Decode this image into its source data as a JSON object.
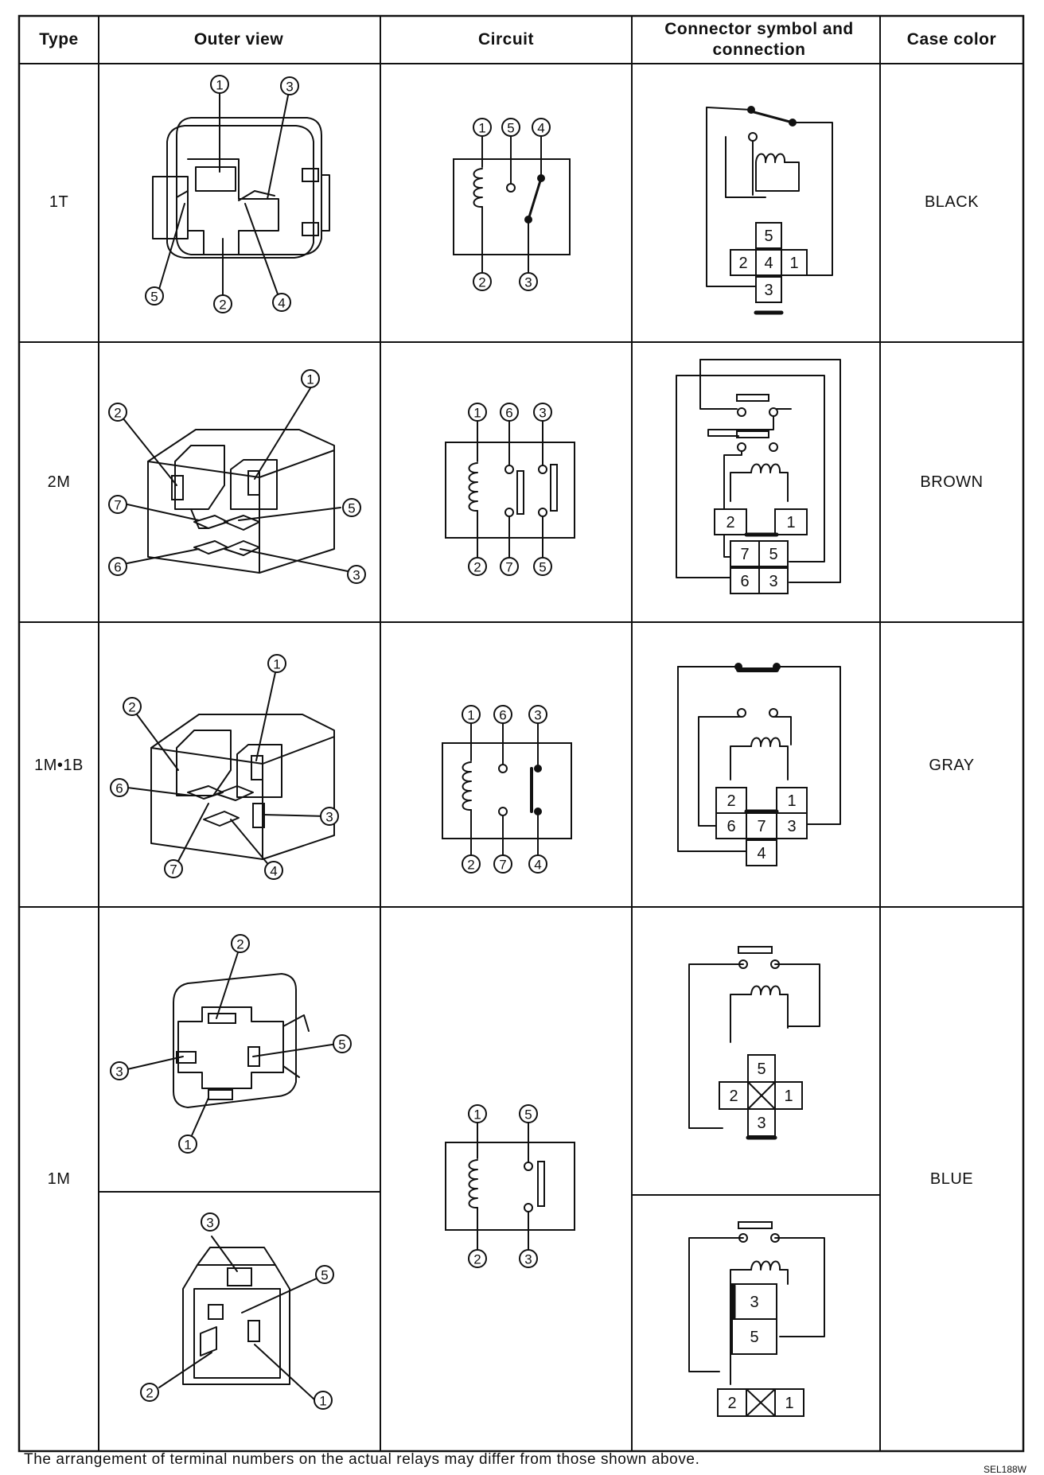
{
  "headers": {
    "type": "Type",
    "outer": "Outer view",
    "circuit": "Circuit",
    "connector": "Connector symbol and connection",
    "color": "Case color"
  },
  "rows": [
    {
      "type": "1T",
      "color": "BLACK",
      "circuit_terms": {
        "top": [
          "1",
          "5",
          "4"
        ],
        "bottom": [
          "2",
          "3"
        ]
      },
      "outer_labels": [
        "1",
        "3",
        "5",
        "2",
        "4"
      ],
      "connector": [
        "5",
        "2",
        "4",
        "1",
        "3"
      ]
    },
    {
      "type": "2M",
      "color": "BROWN",
      "circuit_terms": {
        "top": [
          "1",
          "6",
          "3"
        ],
        "bottom": [
          "2",
          "7",
          "5"
        ]
      },
      "outer_labels": [
        "2",
        "1",
        "7",
        "5",
        "6",
        "3"
      ],
      "connector": [
        "2",
        "1",
        "7",
        "5",
        "6",
        "3"
      ]
    },
    {
      "type": "1M•1B",
      "color": "GRAY",
      "circuit_terms": {
        "top": [
          "1",
          "6",
          "3"
        ],
        "bottom": [
          "2",
          "7",
          "4"
        ]
      },
      "outer_labels": [
        "2",
        "1",
        "6",
        "3",
        "7",
        "4"
      ],
      "connector": [
        "2",
        "1",
        "6",
        "7",
        "3",
        "4"
      ]
    },
    {
      "type": "1M",
      "color": "BLUE",
      "circuit_terms": {
        "top": [
          "1",
          "5"
        ],
        "bottom": [
          "2",
          "3"
        ]
      },
      "outer_labels_a": [
        "2",
        "3",
        "5",
        "1"
      ],
      "outer_labels_b": [
        "3",
        "5",
        "2",
        "1"
      ],
      "connector_a": [
        "5",
        "2",
        "1",
        "3"
      ],
      "connector_b": [
        "3",
        "5",
        "2",
        "1"
      ]
    }
  ],
  "footnote": "The arrangement of terminal numbers on the actual relays may differ from those shown above.",
  "code": "SEL188W"
}
